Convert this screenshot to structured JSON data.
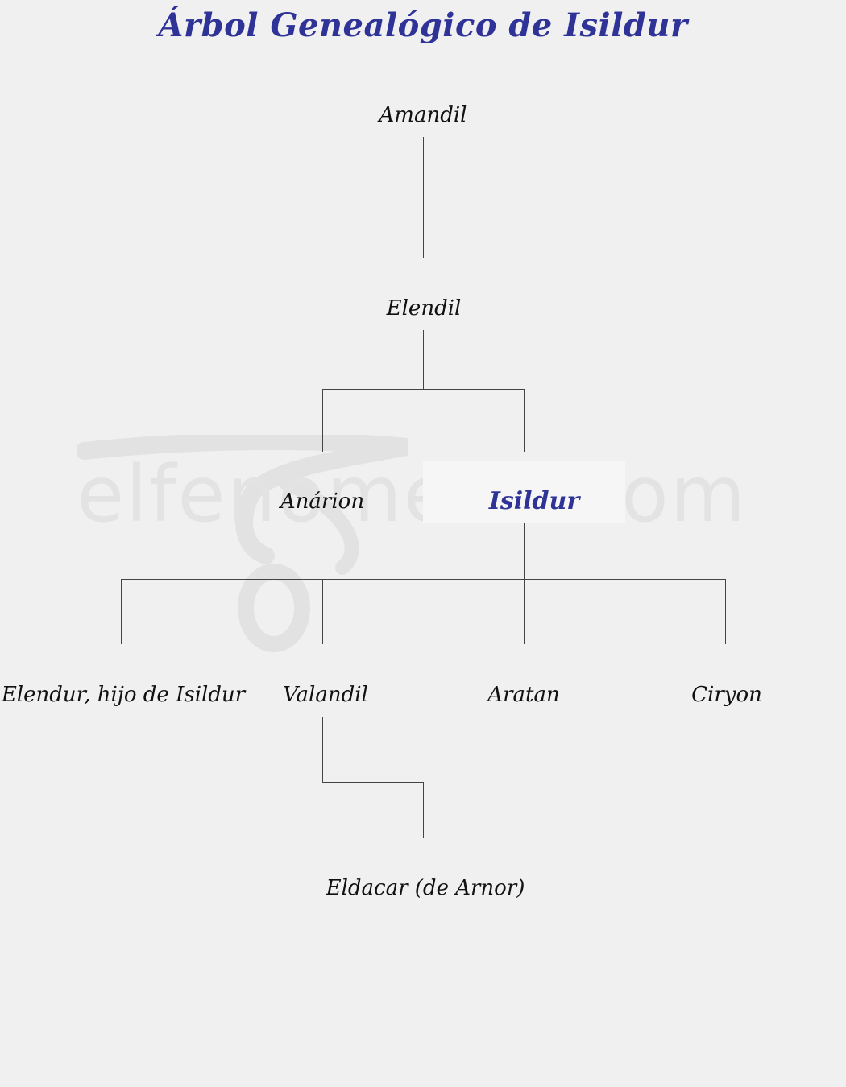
{
  "title": "Árbol Genealógico de Isildur",
  "watermark": "elfenomeno.com",
  "colors": {
    "title": "#2f3398",
    "highlight": "#2f3398",
    "text": "#111111",
    "line": "#444444",
    "background": "#f0f0f0"
  },
  "tree": {
    "root": "Amandil",
    "father": "Elendil",
    "siblings": {
      "anarion": "Anárion",
      "isildur": "Isildur"
    },
    "children": {
      "elendur": "Elendur, hijo de Isildur",
      "valandil": "Valandil",
      "aratan": "Aratan",
      "ciryon": "Ciryon"
    },
    "grandchild": "Eldacar (de Arnor)"
  }
}
